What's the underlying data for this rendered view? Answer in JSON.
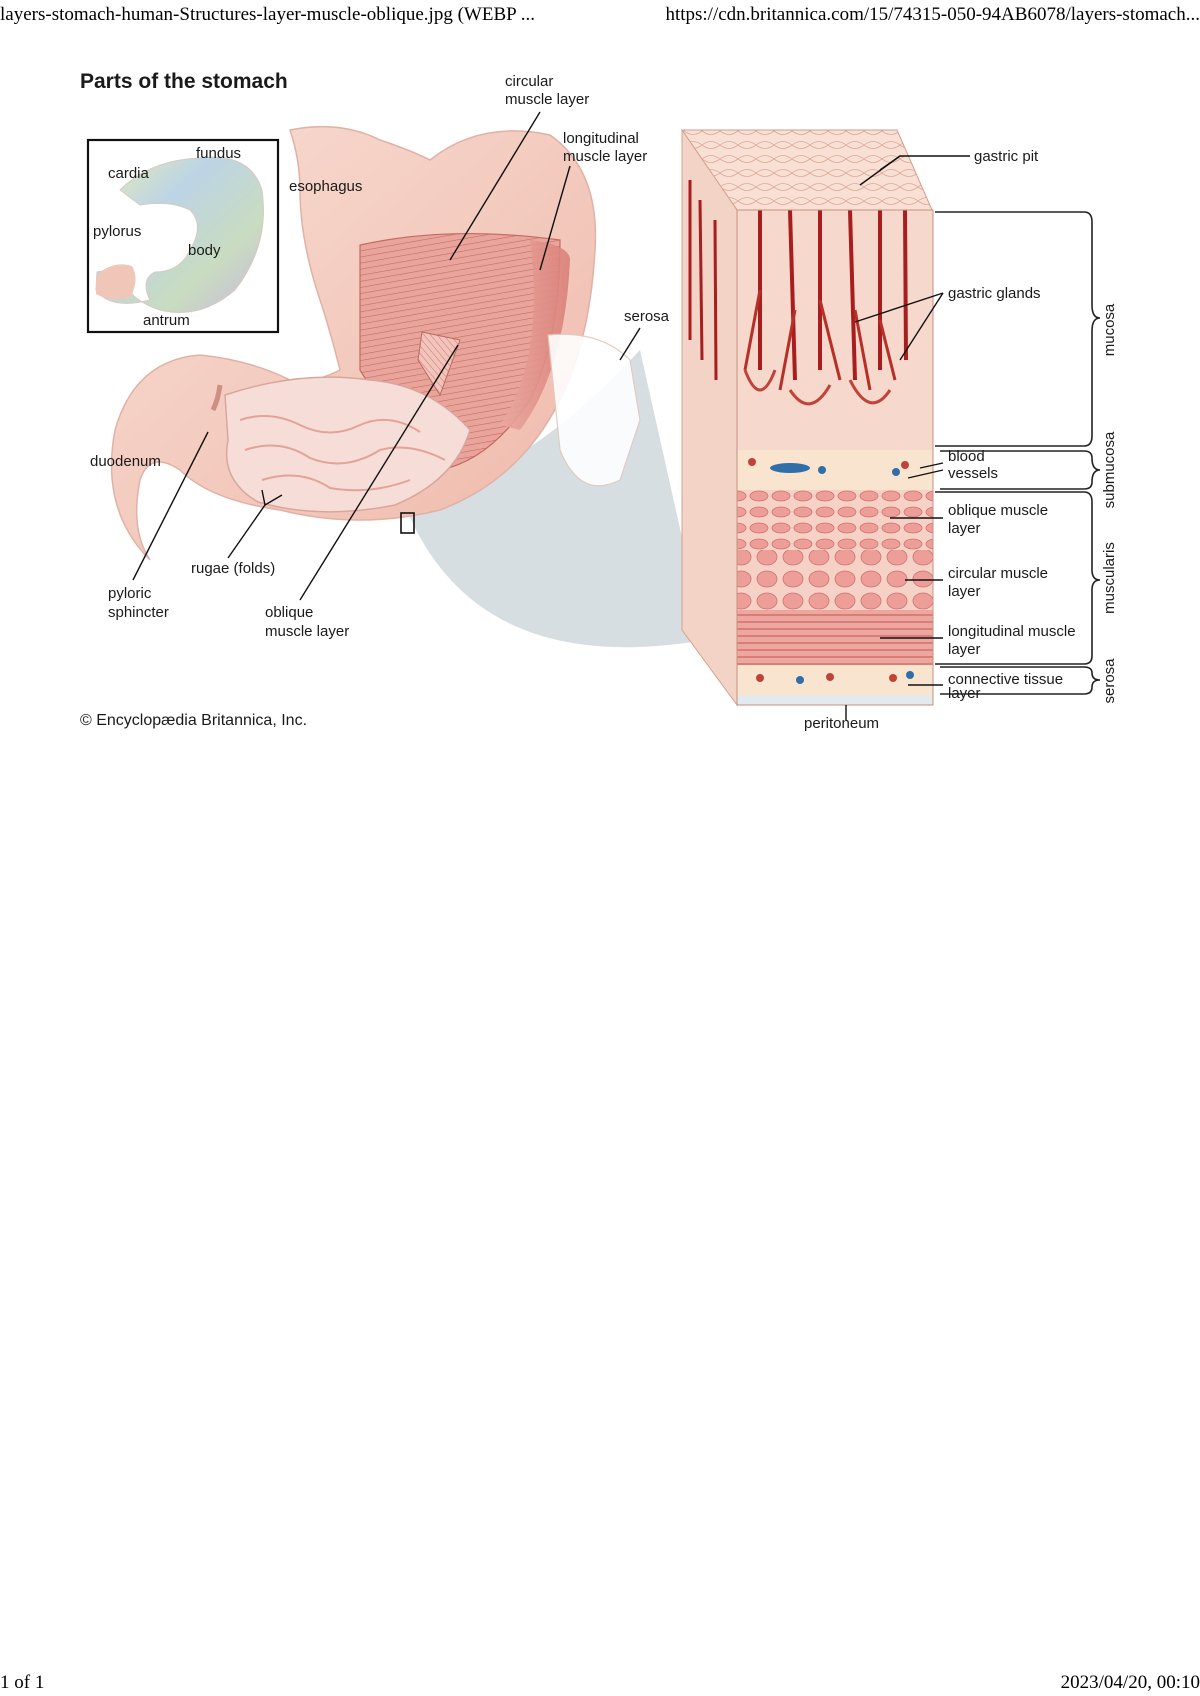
{
  "print_header": {
    "left": "layers-stomach-human-Structures-layer-muscle-oblique.jpg (WEBP ...",
    "right": "https://cdn.britannica.com/15/74315-050-94AB6078/layers-stomach..."
  },
  "print_footer": {
    "left": "1 of 1",
    "right": "2023/04/20, 00:10"
  },
  "diagram": {
    "title": "Parts of the stomach",
    "credit": "© Encyclopædia Britannica, Inc.",
    "inset": {
      "fundus": "fundus",
      "cardia": "cardia",
      "pylorus": "pylorus",
      "body": "body",
      "antrum": "antrum"
    },
    "stomach": {
      "esophagus": "esophagus",
      "circular_1": "circular",
      "circular_2": "muscle layer",
      "longitudinal_1": "longitudinal",
      "longitudinal_2": "muscle layer",
      "serosa": "serosa",
      "duodenum": "duodenum",
      "rugae": "rugae (folds)",
      "pyloric_1": "pyloric",
      "pyloric_2": "sphincter",
      "oblique_1": "oblique",
      "oblique_2": "muscle layer"
    },
    "section": {
      "gastric_pit": "gastric pit",
      "gastric_glands": "gastric glands",
      "blood_1": "blood",
      "blood_2": "vessels",
      "oblique_1": "oblique muscle",
      "oblique_2": "layer",
      "circular_1": "circular muscle",
      "circular_2": "layer",
      "longitudinal_1": "longitudinal muscle",
      "longitudinal_2": "layer",
      "connective_1": "connective tissue",
      "connective_2": "layer",
      "peritoneum": "peritoneum"
    },
    "groups": {
      "mucosa": "mucosa",
      "submucosa": "submucosa",
      "muscularis": "muscularis",
      "serosa": "serosa"
    }
  },
  "colors": {
    "muscle": "#e8a09a",
    "muscle_dark": "#c9645c",
    "tissue": "#f6d9cc",
    "connective": "#f9e6c8",
    "vessel": "#a81e1e",
    "blue_vessel": "#2f6ea8",
    "zoom": "#cfd8dc"
  }
}
